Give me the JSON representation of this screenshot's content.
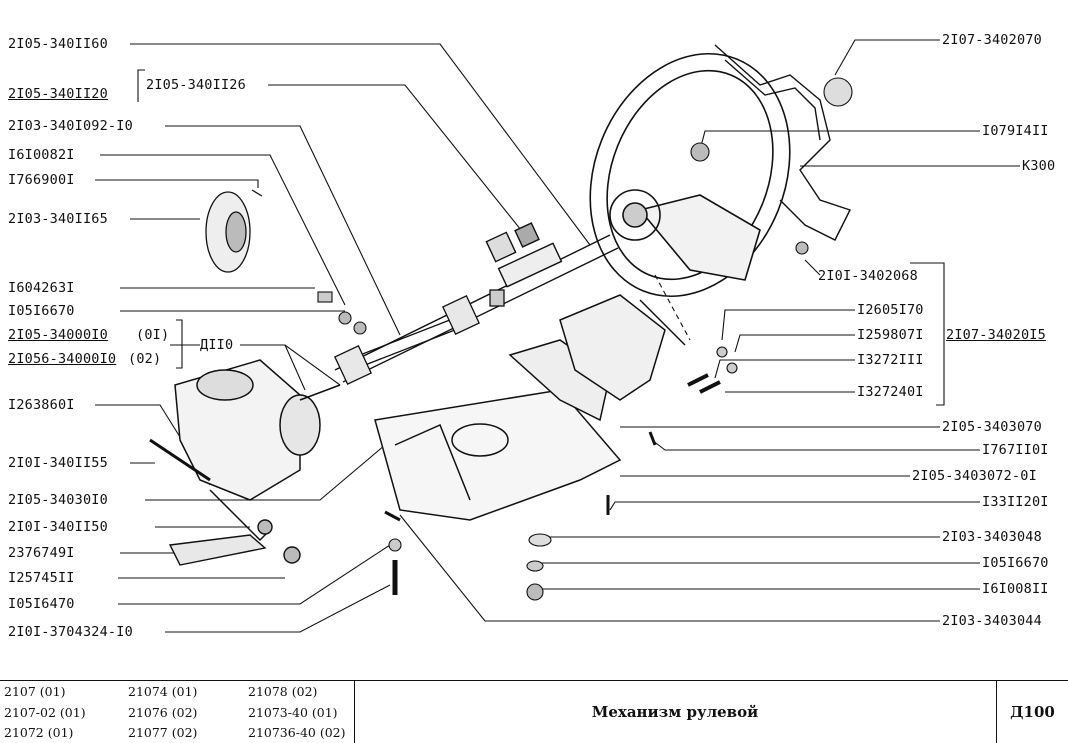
{
  "labels_left": [
    {
      "key": "l1",
      "text": "2I05-340II60"
    },
    {
      "key": "l2",
      "text": "2I05-340II20"
    },
    {
      "key": "l2b",
      "text": "2I05-340II26"
    },
    {
      "key": "l3",
      "text": "2I03-340I092-I0"
    },
    {
      "key": "l4",
      "text": "I6I0082I"
    },
    {
      "key": "l5",
      "text": "I766900I"
    },
    {
      "key": "l6",
      "text": "2I03-340II65"
    },
    {
      "key": "l7",
      "text": "I604263I"
    },
    {
      "key": "l8",
      "text": "I05I6670"
    },
    {
      "key": "l9",
      "text": "2I05-34000I0"
    },
    {
      "key": "l9s",
      "text": "(0I)"
    },
    {
      "key": "l10",
      "text": "2I056-34000I0"
    },
    {
      "key": "l10s",
      "text": "(02)"
    },
    {
      "key": "l11",
      "text": "ДII0"
    },
    {
      "key": "l12",
      "text": "I263860I"
    },
    {
      "key": "l13",
      "text": "2I0I-340II55"
    },
    {
      "key": "l14",
      "text": "2I05-34030I0"
    },
    {
      "key": "l15",
      "text": "2I0I-340II50"
    },
    {
      "key": "l16",
      "text": "2376749I"
    },
    {
      "key": "l17",
      "text": "I25745II"
    },
    {
      "key": "l18",
      "text": "I05I6470"
    },
    {
      "key": "l19",
      "text": "2I0I-3704324-I0"
    }
  ],
  "labels_right": [
    {
      "key": "r1",
      "text": "2I07-3402070"
    },
    {
      "key": "r2",
      "text": "I079I4II"
    },
    {
      "key": "r3",
      "text": "К300"
    },
    {
      "key": "r4",
      "text": "2I0I-3402068"
    },
    {
      "key": "r5",
      "text": "I2605I70"
    },
    {
      "key": "r6",
      "text": "I259807I"
    },
    {
      "key": "r6b",
      "text": "2I07-34020I5"
    },
    {
      "key": "r7",
      "text": "I3272III"
    },
    {
      "key": "r8",
      "text": "I327240I"
    },
    {
      "key": "r9",
      "text": "2I05-3403070"
    },
    {
      "key": "r10",
      "text": "I767II0I"
    },
    {
      "key": "r11",
      "text": "2I05-3403072-0I"
    },
    {
      "key": "r12",
      "text": "I33II20I"
    },
    {
      "key": "r13",
      "text": "2I03-3403048"
    },
    {
      "key": "r14",
      "text": "I05I6670"
    },
    {
      "key": "r15",
      "text": "I6I008II"
    },
    {
      "key": "r16",
      "text": "2I03-3403044"
    }
  ],
  "footer": {
    "models": [
      [
        "2107 (01)",
        "21074 (01)",
        "21078 (02)"
      ],
      [
        "2107-02 (01)",
        "21076 (02)",
        "21073-40 (01)"
      ],
      [
        "21072 (01)",
        "21077 (02)",
        "210736-40 (02)"
      ]
    ],
    "title": "Механизм рулевой",
    "code": "Д100"
  }
}
